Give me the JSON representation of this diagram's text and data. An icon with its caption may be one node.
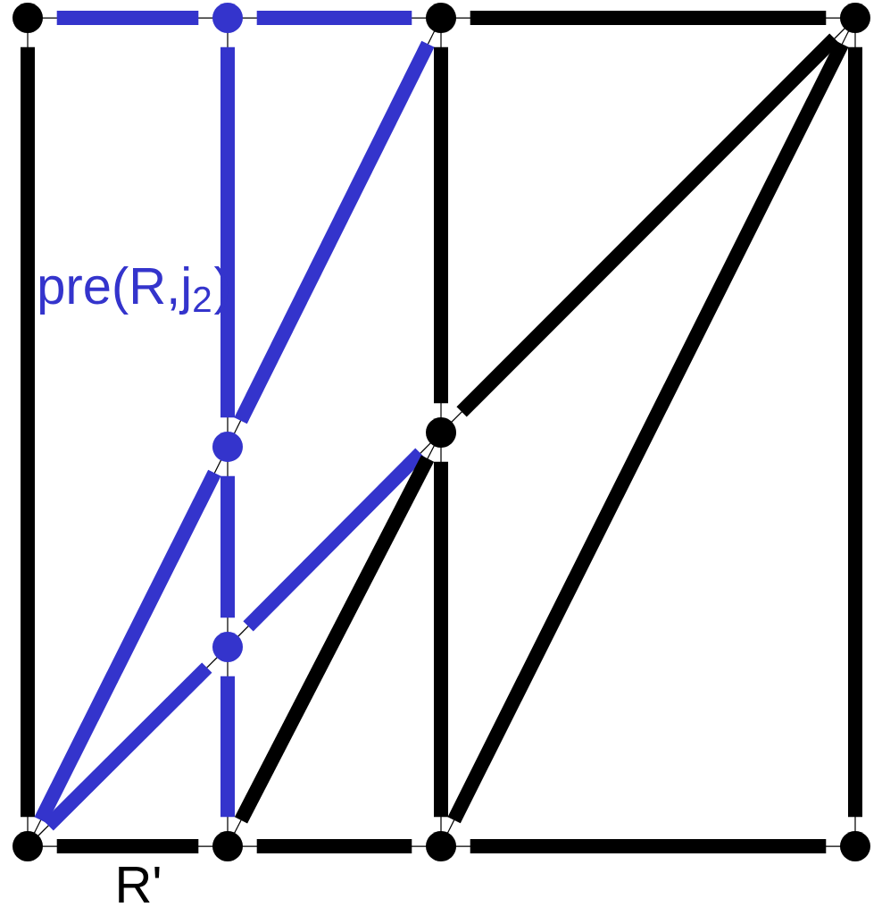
{
  "diagram": {
    "nodes": [
      {
        "text": [],
        "shape": "circle"
      },
      {
        "text": [],
        "shape": "circle"
      },
      {
        "text": [],
        "shape": "circle"
      },
      {
        "text": [],
        "shape": "circle"
      },
      {
        "text": [],
        "shape": "circle"
      },
      {
        "text": [],
        "shape": "circle"
      },
      {
        "text": [],
        "shape": "circle"
      },
      {
        "text": [],
        "shape": "circle"
      },
      {
        "text": [],
        "shape": "circle"
      },
      {
        "text": [],
        "shape": "circle"
      },
      {
        "text": [],
        "shape": "circle"
      }
    ],
    "edges": [
      {
        "from": 0,
        "to": 1,
        "arrow": "none",
        "color": "#3434cc"
      },
      {
        "from": 1,
        "to": 2,
        "arrow": "none",
        "color": "#3434cc"
      },
      {
        "from": 2,
        "to": 3,
        "arrow": "none"
      },
      {
        "from": 0,
        "to": 7,
        "arrow": "none"
      },
      {
        "from": 1,
        "to": 4,
        "arrow": "none",
        "color": "#3434cc"
      },
      {
        "from": 4,
        "to": 2,
        "arrow": "none",
        "color": "#3434cc"
      },
      {
        "from": 2,
        "to": 5,
        "arrow": "none"
      },
      {
        "from": 5,
        "to": 3,
        "arrow": "none"
      },
      {
        "from": 9,
        "to": 3,
        "arrow": "none"
      },
      {
        "from": 3,
        "to": 10,
        "arrow": "none"
      },
      {
        "from": 4,
        "to": 6,
        "arrow": "none",
        "color": "#3434cc"
      },
      {
        "from": 7,
        "to": 4,
        "arrow": "none",
        "color": "#3434cc"
      },
      {
        "from": 7,
        "to": 6,
        "arrow": "none",
        "color": "#3434cc"
      },
      {
        "from": 6,
        "to": 5,
        "arrow": "none",
        "color": "#3434cc"
      },
      {
        "from": 6,
        "to": 8,
        "arrow": "none",
        "color": "#3434cc"
      },
      {
        "from": 8,
        "to": 5,
        "arrow": "none"
      },
      {
        "from": 5,
        "to": 9,
        "arrow": "none"
      },
      {
        "from": 7,
        "to": 8,
        "arrow": "none"
      },
      {
        "from": 8,
        "to": 9,
        "arrow": "none"
      },
      {
        "from": 9,
        "to": 10,
        "arrow": "none"
      }
    ],
    "labels": [
      "pre(R,j$_{2}$)",
      "R'"
    ]
  }
}
